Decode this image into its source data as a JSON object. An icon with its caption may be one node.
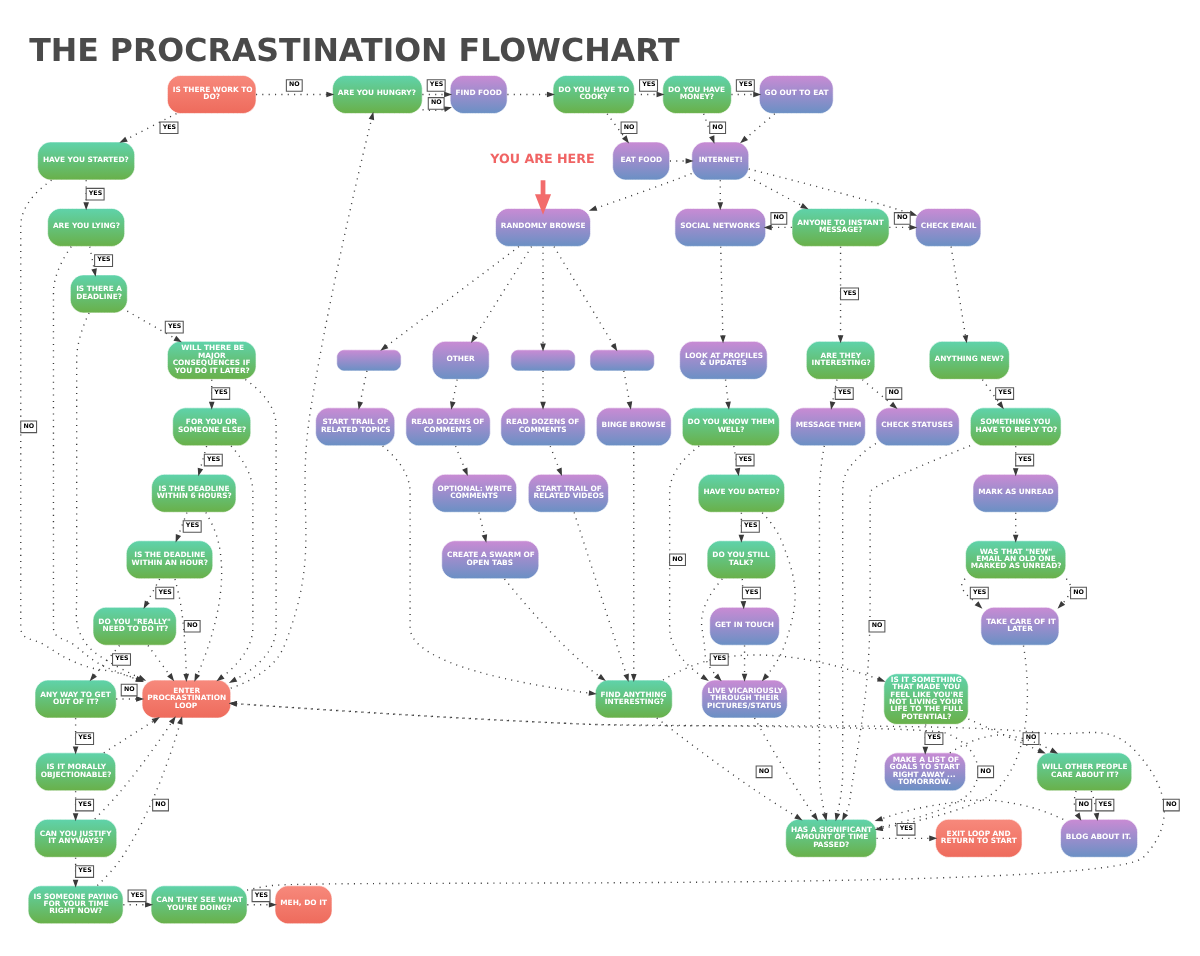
{
  "diagram": {
    "title": "THE PROCRASTINATION FLOWCHART",
    "nodes": [
      {
        "text": [
          "IS THERE WORK TO DO?"
        ]
      },
      {
        "text": [
          "ARE YOU HUNGRY?"
        ]
      },
      {
        "text": [
          "FIND FOOD"
        ]
      },
      {
        "text": [
          "DO YOU HAVE TO COOK?"
        ]
      },
      {
        "text": [
          "DO YOU HAVE MONEY?"
        ]
      },
      {
        "text": [
          "GO OUT TO EAT"
        ]
      },
      {
        "text": [
          "HAVE YOU STARTED?"
        ]
      },
      {
        "text": [
          "EAT FOOD"
        ]
      },
      {
        "text": [
          "INTERNET!"
        ]
      },
      {
        "text": [
          "ARE YOU LYING?"
        ]
      },
      {
        "text": [
          "YOU ARE HERE"
        ]
      },
      {
        "text": [
          "RANDOMLY BROWSE"
        ]
      },
      {
        "text": [
          "SOCIAL NETWORKS"
        ]
      },
      {
        "text": [
          "ANYONE TO INSTANT MESSAGE?"
        ]
      },
      {
        "text": [
          "CHECK EMAIL"
        ]
      },
      {
        "text": [
          "IS THERE A DEADLINE?"
        ]
      },
      {
        "text": [
          "WILL THERE BE MAJOR CONSEQUENCES IF YOU DO IT LATER?"
        ]
      },
      {
        "text": [],
        "shape": "box"
      },
      {
        "text": [
          "OTHER"
        ]
      },
      {
        "text": [],
        "shape": "box"
      },
      {
        "text": [],
        "shape": "box"
      },
      {
        "text": [
          "LOOK AT PROFILES & UPDATES"
        ]
      },
      {
        "text": [
          "ARE THEY INTERESTING?"
        ]
      },
      {
        "text": [
          "ANYTHING NEW?"
        ]
      },
      {
        "text": [
          "FOR YOU OR SOMEONE ELSE?"
        ]
      },
      {
        "text": [
          "START TRAIL OF RELATED TOPICS"
        ]
      },
      {
        "text": [
          "READ DOZENS OF COMMENTS"
        ]
      },
      {
        "text": [
          "READ DOZENS OF COMMENTS"
        ]
      },
      {
        "text": [
          "BINGE BROWSE"
        ]
      },
      {
        "text": [
          "DO YOU KNOW THEM WELL?"
        ]
      },
      {
        "text": [
          "MESSAGE THEM"
        ]
      },
      {
        "text": [
          "CHECK STATUSES"
        ]
      },
      {
        "text": [
          "SOMETHING YOU HAVE TO REPLY TO?"
        ]
      },
      {
        "text": [
          "IS THE DEADLINE WITHIN 6 HOURS?"
        ]
      },
      {
        "text": [
          "OPTIONAL: WRITE COMMENTS"
        ]
      },
      {
        "text": [
          "START TRAIL OF RELATED VIDEOS"
        ]
      },
      {
        "text": [
          "HAVE YOU DATED?"
        ]
      },
      {
        "text": [
          "MARK AS UNREAD"
        ]
      },
      {
        "text": [
          "IS THE DEADLINE WITHIN AN HOUR?"
        ]
      },
      {
        "text": [
          "CREATE A SWARM OF OPEN TABS"
        ]
      },
      {
        "text": [
          "DO YOU STILL TALK?"
        ]
      },
      {
        "text": [
          "WAS THAT \"NEW\" EMAIL AN OLD ONE MARKED AS UNREAD?"
        ]
      },
      {
        "text": [
          "DO YOU \"REALLY\" NEED TO DO IT?"
        ]
      },
      {
        "text": [
          "GET IN TOUCH"
        ]
      },
      {
        "text": [
          "TAKE CARE OF IT LATER"
        ]
      },
      {
        "text": [
          "ANY WAY TO GET OUT OF IT?"
        ]
      },
      {
        "text": [
          "ENTER PROCRASTINATION LOOP"
        ]
      },
      {
        "text": [
          "FIND ANYTHING INTERESTING?"
        ]
      },
      {
        "text": [
          "IS IT SOMETHING THAT MADE YOU FEEL LIKE YOU'RE NOT LIVING YOUR LIFE TO THE FULL POTENTIAL?"
        ]
      },
      {
        "text": [
          "LIVE VICARIOUSLY THROUGH THEIR PICTURES/STATUS"
        ]
      },
      {
        "text": [
          "IS IT MORALLY OBJECTIONABLE?"
        ]
      },
      {
        "text": [
          "MAKE A LIST OF GOALS TO START RIGHT AWAY ... TOMORROW."
        ]
      },
      {
        "text": [
          "WILL OTHER PEOPLE CARE ABOUT IT?"
        ]
      },
      {
        "text": [
          "BLOG ABOUT IT."
        ]
      },
      {
        "text": [
          "CAN YOU JUSTIFY IT ANYWAYS?"
        ]
      },
      {
        "text": [
          "EXIT LOOP AND RETURN TO START"
        ]
      },
      {
        "text": [
          "HAS A SIGNIFICANT AMOUNT OF TIME PASSED?"
        ]
      },
      {
        "text": [
          "IS SOMEONE PAYING FOR YOUR TIME RIGHT NOW?"
        ]
      },
      {
        "text": [
          "CAN THEY SEE WHAT YOU'RE DOING?"
        ]
      },
      {
        "text": [
          "MEH, DO IT"
        ]
      }
    ],
    "edges": [
      {
        "from": 0,
        "to": 1,
        "arrow": "to",
        "label": "NO",
        "style": "dashed"
      },
      {
        "from": 0,
        "to": 6,
        "arrow": "to",
        "label": "YES",
        "style": "dashed"
      },
      {
        "from": 1,
        "to": 2,
        "arrow": "to",
        "label": "YES",
        "style": "dashed"
      },
      {
        "from": 1,
        "to": 2,
        "arrow": "to",
        "label": "NO",
        "style": "dashed"
      },
      {
        "from": 2,
        "to": 3,
        "arrow": "to",
        "style": "dashed"
      },
      {
        "from": 3,
        "to": 4,
        "arrow": "to",
        "label": "YES",
        "style": "dashed"
      },
      {
        "from": 3,
        "to": 7,
        "arrow": "to",
        "label": "NO",
        "style": "dashed"
      },
      {
        "from": 4,
        "to": 5,
        "arrow": "to",
        "label": "YES",
        "style": "dashed"
      },
      {
        "from": 4,
        "to": 8,
        "arrow": "to",
        "label": "NO",
        "style": "dashed"
      },
      {
        "from": 5,
        "to": 8,
        "arrow": "to",
        "style": "dashed"
      },
      {
        "from": 6,
        "to": 9,
        "arrow": "to",
        "label": "YES",
        "style": "dashed"
      },
      {
        "from": 6,
        "to": 46,
        "arrow": "to",
        "label": "NO",
        "style": "dashed"
      },
      {
        "from": 7,
        "to": 8,
        "arrow": "to",
        "style": "dashed"
      },
      {
        "from": 8,
        "to": 11,
        "arrow": "to",
        "style": "dashed"
      },
      {
        "from": 8,
        "to": 12,
        "arrow": "to",
        "style": "dashed"
      },
      {
        "from": 8,
        "to": 13,
        "arrow": "to",
        "style": "dashed"
      },
      {
        "from": 8,
        "to": 14,
        "arrow": "to",
        "style": "dashed"
      },
      {
        "from": 9,
        "to": 15,
        "arrow": "to",
        "label": "YES",
        "style": "dashed"
      },
      {
        "from": 9,
        "to": 46,
        "arrow": "to",
        "style": "dashed"
      },
      {
        "from": 10,
        "to": 11,
        "arrow": "to",
        "style": "thick",
        "color": "#f26b6b"
      },
      {
        "from": 11,
        "to": 17,
        "arrow": "to",
        "style": "dashed"
      },
      {
        "from": 11,
        "to": 18,
        "arrow": "to",
        "style": "dashed"
      },
      {
        "from": 11,
        "to": 19,
        "arrow": "to",
        "style": "dashed"
      },
      {
        "from": 11,
        "to": 20,
        "arrow": "to",
        "style": "dashed"
      },
      {
        "from": 12,
        "to": 21,
        "arrow": "to",
        "style": "dashed"
      },
      {
        "from": 13,
        "to": 12,
        "arrow": "to",
        "label": "NO",
        "style": "dashed"
      },
      {
        "from": 13,
        "to": 14,
        "arrow": "to",
        "label": "NO",
        "style": "dashed"
      },
      {
        "from": 13,
        "to": 22,
        "arrow": "to",
        "label": "YES",
        "style": "dashed"
      },
      {
        "from": 14,
        "to": 23,
        "arrow": "to",
        "style": "dashed"
      },
      {
        "from": 15,
        "to": 16,
        "arrow": "to",
        "label": "YES",
        "style": "dashed"
      },
      {
        "from": 15,
        "to": 46,
        "arrow": "to",
        "style": "dashed"
      },
      {
        "from": 16,
        "to": 24,
        "arrow": "to",
        "label": "YES",
        "style": "dashed"
      },
      {
        "from": 16,
        "to": 46,
        "arrow": "to",
        "style": "dashed"
      },
      {
        "from": 17,
        "to": 25,
        "arrow": "to",
        "style": "dashed"
      },
      {
        "from": 18,
        "to": 26,
        "arrow": "to",
        "style": "dashed"
      },
      {
        "from": 19,
        "to": 27,
        "arrow": "to",
        "style": "dashed"
      },
      {
        "from": 20,
        "to": 28,
        "arrow": "to",
        "style": "dashed"
      },
      {
        "from": 21,
        "to": 29,
        "arrow": "to",
        "style": "dashed"
      },
      {
        "from": 22,
        "to": 30,
        "arrow": "to",
        "label": "YES",
        "style": "dashed"
      },
      {
        "from": 22,
        "to": 31,
        "arrow": "to",
        "label": "NO",
        "style": "dashed"
      },
      {
        "from": 23,
        "to": 32,
        "arrow": "to",
        "label": "YES",
        "style": "dashed"
      },
      {
        "from": 24,
        "to": 33,
        "arrow": "to",
        "label": "YES",
        "style": "dashed"
      },
      {
        "from": 24,
        "to": 46,
        "arrow": "to",
        "style": "dashed"
      },
      {
        "from": 25,
        "to": 47,
        "arrow": "to",
        "style": "dashed"
      },
      {
        "from": 26,
        "to": 34,
        "arrow": "to",
        "style": "dashed"
      },
      {
        "from": 27,
        "to": 35,
        "arrow": "to",
        "style": "dashed"
      },
      {
        "from": 28,
        "to": 47,
        "arrow": "to",
        "style": "dashed"
      },
      {
        "from": 29,
        "to": 36,
        "arrow": "to",
        "label": "YES",
        "style": "dashed"
      },
      {
        "from": 29,
        "to": 49,
        "arrow": "to",
        "label": "NO",
        "style": "dashed"
      },
      {
        "from": 30,
        "to": 56,
        "arrow": "to",
        "style": "dashed"
      },
      {
        "from": 31,
        "to": 56,
        "arrow": "to",
        "style": "dashed"
      },
      {
        "from": 32,
        "to": 37,
        "arrow": "to",
        "label": "YES",
        "style": "dashed"
      },
      {
        "from": 32,
        "to": 56,
        "arrow": "to",
        "label": "NO",
        "style": "dashed"
      },
      {
        "from": 33,
        "to": 38,
        "arrow": "to",
        "label": "YES",
        "style": "dashed"
      },
      {
        "from": 33,
        "to": 46,
        "arrow": "to",
        "style": "dashed"
      },
      {
        "from": 34,
        "to": 39,
        "arrow": "to",
        "style": "dashed"
      },
      {
        "from": 35,
        "to": 47,
        "arrow": "to",
        "style": "dashed"
      },
      {
        "from": 36,
        "to": 40,
        "arrow": "to",
        "label": "YES",
        "style": "dashed"
      },
      {
        "from": 36,
        "to": 49,
        "arrow": "to",
        "style": "dashed"
      },
      {
        "from": 37,
        "to": 41,
        "arrow": "to",
        "style": "dashed"
      },
      {
        "from": 38,
        "to": 42,
        "arrow": "to",
        "label": "YES",
        "style": "dashed"
      },
      {
        "from": 38,
        "to": 46,
        "arrow": "to",
        "label": "NO",
        "style": "dashed"
      },
      {
        "from": 39,
        "to": 47,
        "arrow": "to",
        "style": "dashed"
      },
      {
        "from": 40,
        "to": 43,
        "arrow": "to",
        "label": "YES",
        "style": "dashed"
      },
      {
        "from": 40,
        "to": 49,
        "arrow": "to",
        "style": "dashed"
      },
      {
        "from": 41,
        "to": 44,
        "arrow": "to",
        "label": "YES",
        "style": "dashed"
      },
      {
        "from": 41,
        "to": 44,
        "arrow": "to",
        "label": "NO",
        "style": "dashed"
      },
      {
        "from": 42,
        "to": 45,
        "arrow": "to",
        "label": "YES",
        "style": "dashed"
      },
      {
        "from": 42,
        "to": 46,
        "arrow": "to",
        "style": "dashed"
      },
      {
        "from": 43,
        "to": 49,
        "arrow": "to",
        "style": "dashed"
      },
      {
        "from": 44,
        "to": 56,
        "arrow": "to",
        "style": "dashed"
      },
      {
        "from": 45,
        "to": 50,
        "arrow": "to",
        "label": "YES",
        "style": "dashed"
      },
      {
        "from": 45,
        "to": 46,
        "arrow": "to",
        "label": "NO",
        "style": "dashed"
      },
      {
        "from": 46,
        "to": 1,
        "arrow": "to",
        "style": "dashed"
      },
      {
        "from": 47,
        "to": 48,
        "arrow": "to",
        "label": "YES",
        "style": "dashed"
      },
      {
        "from": 47,
        "to": 56,
        "arrow": "to",
        "label": "NO",
        "style": "dashed"
      },
      {
        "from": 48,
        "to": 51,
        "arrow": "to",
        "label": "YES",
        "style": "dashed"
      },
      {
        "from": 48,
        "to": 52,
        "arrow": "to",
        "label": "NO",
        "style": "dashed"
      },
      {
        "from": 49,
        "to": 56,
        "arrow": "to",
        "style": "dashed"
      },
      {
        "from": 50,
        "to": 54,
        "arrow": "to",
        "label": "YES",
        "style": "dashed"
      },
      {
        "from": 50,
        "to": 46,
        "arrow": "to",
        "style": "dashed"
      },
      {
        "from": 51,
        "to": 52,
        "arrow": "to",
        "style": "dashed"
      },
      {
        "from": 52,
        "to": 53,
        "arrow": "to",
        "label": "YES",
        "style": "dashed"
      },
      {
        "from": 52,
        "to": 53,
        "arrow": "to",
        "label": "NO",
        "style": "dashed"
      },
      {
        "from": 53,
        "to": 56,
        "arrow": "to",
        "style": "dashed"
      },
      {
        "from": 54,
        "to": 57,
        "arrow": "to",
        "label": "YES",
        "style": "dashed"
      },
      {
        "from": 54,
        "to": 46,
        "arrow": "to",
        "style": "dashed"
      },
      {
        "from": 56,
        "to": 46,
        "arrow": "to",
        "label": "NO",
        "style": "dashed"
      },
      {
        "from": 56,
        "to": 55,
        "arrow": "to",
        "label": "YES",
        "style": "dashed"
      },
      {
        "from": 57,
        "to": 58,
        "arrow": "to",
        "label": "YES",
        "style": "dashed"
      },
      {
        "from": 57,
        "to": 46,
        "arrow": "to",
        "label": "NO",
        "style": "dashed"
      },
      {
        "from": 58,
        "to": 59,
        "arrow": "to",
        "label": "YES",
        "style": "dashed"
      },
      {
        "from": 58,
        "to": 46,
        "arrow": "to",
        "label": "NO",
        "style": "dashed"
      }
    ]
  }
}
